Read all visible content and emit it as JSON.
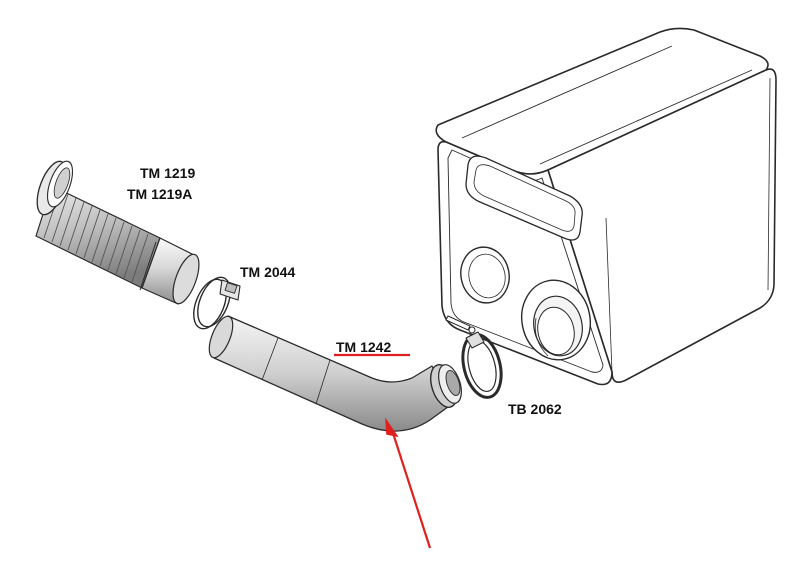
{
  "labels": {
    "flex_pipe": [
      "TM 1219",
      "TM 1219A"
    ],
    "clamp_small": "TM 2044",
    "elbow_pipe": "TM 1242",
    "v_clamp": "TB 2062"
  },
  "highlight": {
    "part": "TM 1242",
    "color": "#e0201e"
  },
  "colors": {
    "line": "#2a2a2a",
    "metal_light": "#f2f2f2",
    "metal_mid": "#c9c9c9",
    "metal_dark": "#8e8e8e",
    "box_fill": "#ffffff"
  }
}
